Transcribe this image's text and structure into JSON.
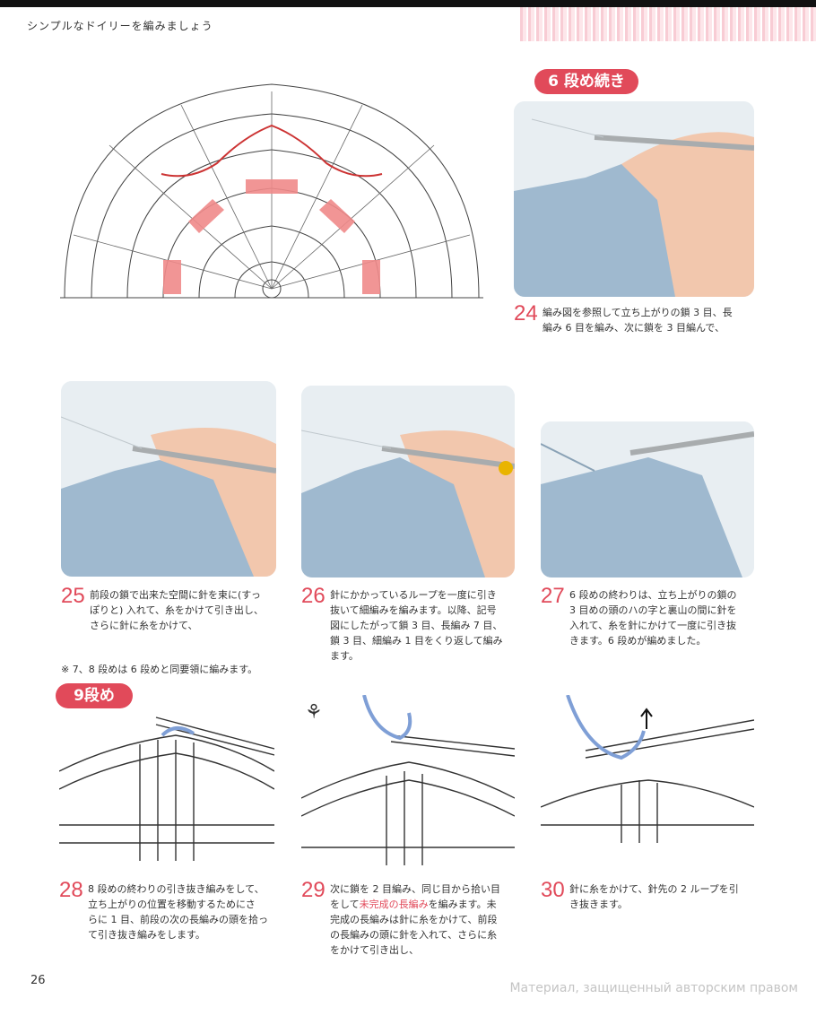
{
  "header": {
    "running_title": "シンプルなドイリーを編みましょう"
  },
  "footer": {
    "page_number": "26",
    "watermark": "Материал, защищенный авторским правом"
  },
  "colors": {
    "accent": "#e14a5a",
    "yarn": "#9fb9cf",
    "highlight": "#f08a8a"
  },
  "sections": {
    "row6_cont": "6 段め続き",
    "row9": "9段め"
  },
  "note": "※ 7、8 段めは 6 段めと同要領に編みます。",
  "steps": [
    {
      "num": "24",
      "lines": [
        "編み図を参照して立ち上がりの鎖 3 目、長",
        "編み 6 目を編み、次に鎖を 3 目編んで、"
      ]
    },
    {
      "num": "25",
      "lines": [
        "前段の鎖で出来た空間に針を束に(すっ",
        "ぽりと) 入れて、糸をかけて引き出し、",
        "さらに針に糸をかけて、"
      ]
    },
    {
      "num": "26",
      "lines": [
        "針にかかっているループを一度に引き",
        "抜いて細編みを編みます。以降、記号",
        "図にしたがって鎖 3 目、長編み 7 目、",
        "鎖 3 目、細編み 1 目をくり返して編み",
        "ます。"
      ]
    },
    {
      "num": "27",
      "lines": [
        "6 段めの終わりは、立ち上がりの鎖の",
        "3 目めの頭のハの字と裏山の間に針を",
        "入れて、糸を針にかけて一度に引き抜",
        "きます。6 段めが編めました。"
      ]
    },
    {
      "num": "28",
      "lines": [
        "8 段めの終わりの引き抜き編みをして、",
        "立ち上がりの位置を移動するためにさ",
        "らに 1 目、前段の次の長編みの頭を拾っ",
        "て引き抜き編みをします。"
      ]
    },
    {
      "num": "29",
      "lines_pre": [
        "次に鎖を 2 目編み、同じ目から拾い目",
        "をして"
      ],
      "highlight": "未完成の長編み",
      "lines_post_first": "を編みます。未",
      "lines_post": [
        "完成の長編みは針に糸をかけて、前段",
        "の長編みの頭に針を入れて、さらに糸",
        "をかけて引き出し、"
      ]
    },
    {
      "num": "30",
      "lines": [
        "針に糸をかけて、針先の 2 ループを引",
        "き抜きます。"
      ]
    }
  ]
}
